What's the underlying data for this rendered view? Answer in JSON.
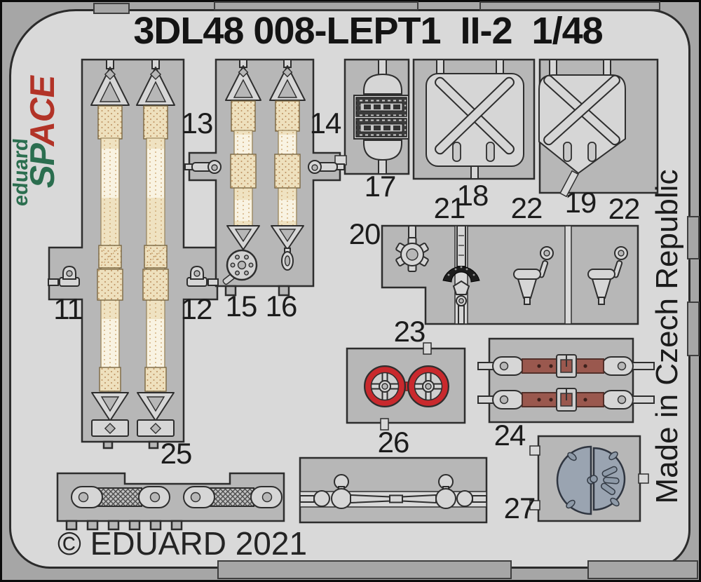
{
  "product": {
    "title": "3DL48 008-LEPT1  II-2  1/48"
  },
  "branding": {
    "logo": {
      "eduard": "eduard",
      "space_green": "SP",
      "space_red": "ACE"
    },
    "made_in": "Made in Czech Republic",
    "copyright": "© EDUARD 2021"
  },
  "colors": {
    "background_margin": "#a6a6a6",
    "fret": "#d9d9d9",
    "plate": "#b7b7b7",
    "outline": "#2d2d2d",
    "belt_tan": "#efe2c1",
    "ring_red": "#c9292d",
    "strap_maroon": "#9a584e",
    "disc_blue_gray": "#9aa4b1",
    "logo_green": "#2b6e4f",
    "logo_red": "#b23327",
    "text": "#1c1c1c"
  },
  "part_labels": [
    {
      "text": "11"
    },
    {
      "text": "12"
    },
    {
      "text": "13"
    },
    {
      "text": "14"
    },
    {
      "text": "15"
    },
    {
      "text": "16"
    },
    {
      "text": "17"
    },
    {
      "text": "18"
    },
    {
      "text": "19"
    },
    {
      "text": "20"
    },
    {
      "text": "21"
    },
    {
      "text": "22"
    },
    {
      "text": "22"
    },
    {
      "text": "23"
    },
    {
      "text": "24"
    },
    {
      "text": "25"
    },
    {
      "text": "26"
    },
    {
      "text": "27"
    }
  ]
}
